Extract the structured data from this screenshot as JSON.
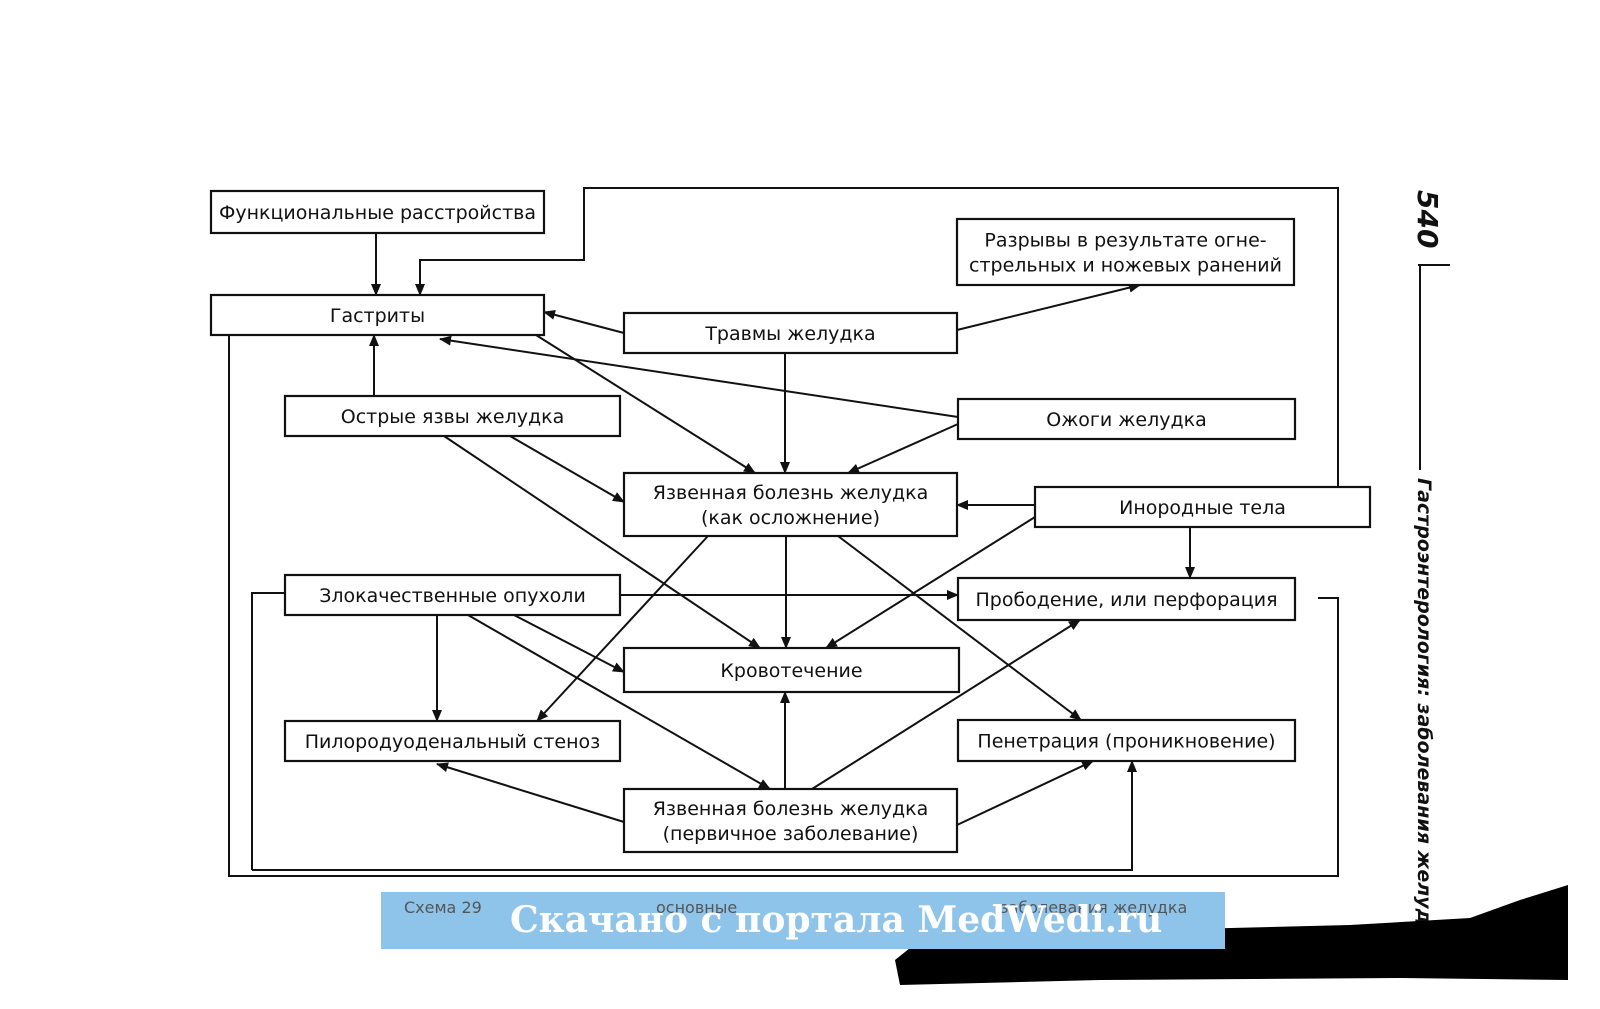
{
  "diagram": {
    "nodes": [
      {
        "id": "functional",
        "lines": [
          "Функциональные расстройства"
        ]
      },
      {
        "id": "ruptures",
        "lines": [
          "Разрывы  в результате огне-",
          "стрельных и ножевых ранений"
        ]
      },
      {
        "id": "gastritis",
        "lines": [
          "Гастриты"
        ]
      },
      {
        "id": "trauma",
        "lines": [
          "Травмы желудка"
        ]
      },
      {
        "id": "acute-ulcers",
        "lines": [
          "Острые язвы желудка"
        ]
      },
      {
        "id": "burns",
        "lines": [
          "Ожоги желудка"
        ]
      },
      {
        "id": "ulcer-complication",
        "lines": [
          "Язвенная болезнь желудка",
          "(как осложнение)"
        ]
      },
      {
        "id": "foreign-bodies",
        "lines": [
          "Инородные тела"
        ]
      },
      {
        "id": "malignant-tumors",
        "lines": [
          "Злокачественные опухоли"
        ]
      },
      {
        "id": "perforation",
        "lines": [
          "Прободение, или перфорация"
        ]
      },
      {
        "id": "bleeding",
        "lines": [
          "Кровотечение"
        ]
      },
      {
        "id": "stenosis",
        "lines": [
          "Пилородуоденальный стеноз"
        ]
      },
      {
        "id": "penetration",
        "lines": [
          "Пенетрация (проникновение)"
        ]
      },
      {
        "id": "ulcer-primary",
        "lines": [
          "Язвенная болезнь желудка",
          "(первичное заболевание)"
        ]
      }
    ],
    "edges": [
      {
        "from": "functional",
        "to": "gastritis"
      },
      {
        "from": "foreign-bodies",
        "to": "gastritis"
      },
      {
        "from": "trauma",
        "to": "gastritis"
      },
      {
        "from": "trauma",
        "to": "ruptures"
      },
      {
        "from": "trauma",
        "to": "ulcer-complication"
      },
      {
        "from": "burns",
        "to": "gastritis"
      },
      {
        "from": "burns",
        "to": "ulcer-complication"
      },
      {
        "from": "acute-ulcers",
        "to": "gastritis"
      },
      {
        "from": "acute-ulcers",
        "to": "ulcer-complication"
      },
      {
        "from": "acute-ulcers",
        "to": "bleeding"
      },
      {
        "from": "gastritis",
        "to": "ulcer-complication"
      },
      {
        "from": "foreign-bodies",
        "to": "ulcer-complication"
      },
      {
        "from": "foreign-bodies",
        "to": "perforation"
      },
      {
        "from": "foreign-bodies",
        "to": "bleeding"
      },
      {
        "from": "ulcer-complication",
        "to": "bleeding"
      },
      {
        "from": "ulcer-complication",
        "to": "stenosis"
      },
      {
        "from": "ulcer-complication",
        "to": "penetration"
      },
      {
        "from": "malignant-tumors",
        "to": "perforation"
      },
      {
        "from": "malignant-tumors",
        "to": "stenosis"
      },
      {
        "from": "malignant-tumors",
        "to": "bleeding"
      },
      {
        "from": "malignant-tumors",
        "to": "ulcer-primary"
      },
      {
        "from": "malignant-tumors",
        "to": "penetration"
      },
      {
        "from": "ulcer-primary",
        "to": "bleeding"
      },
      {
        "from": "ulcer-primary",
        "to": "perforation"
      },
      {
        "from": "ulcer-primary",
        "to": "stenosis"
      },
      {
        "from": "ulcer-primary",
        "to": "penetration"
      }
    ]
  },
  "page": {
    "page_number": "540",
    "running_head": "Гастроэнтерология: заболевания желуд",
    "caption_fragments": [
      "Схема 29",
      "основные",
      "заболевания желудка"
    ],
    "watermark": "Скачано с портала MedWedi.ru"
  },
  "colors": {
    "ink": "#111111",
    "watermark_bg": "#8fc4ea",
    "watermark_text": "#ffffff"
  }
}
